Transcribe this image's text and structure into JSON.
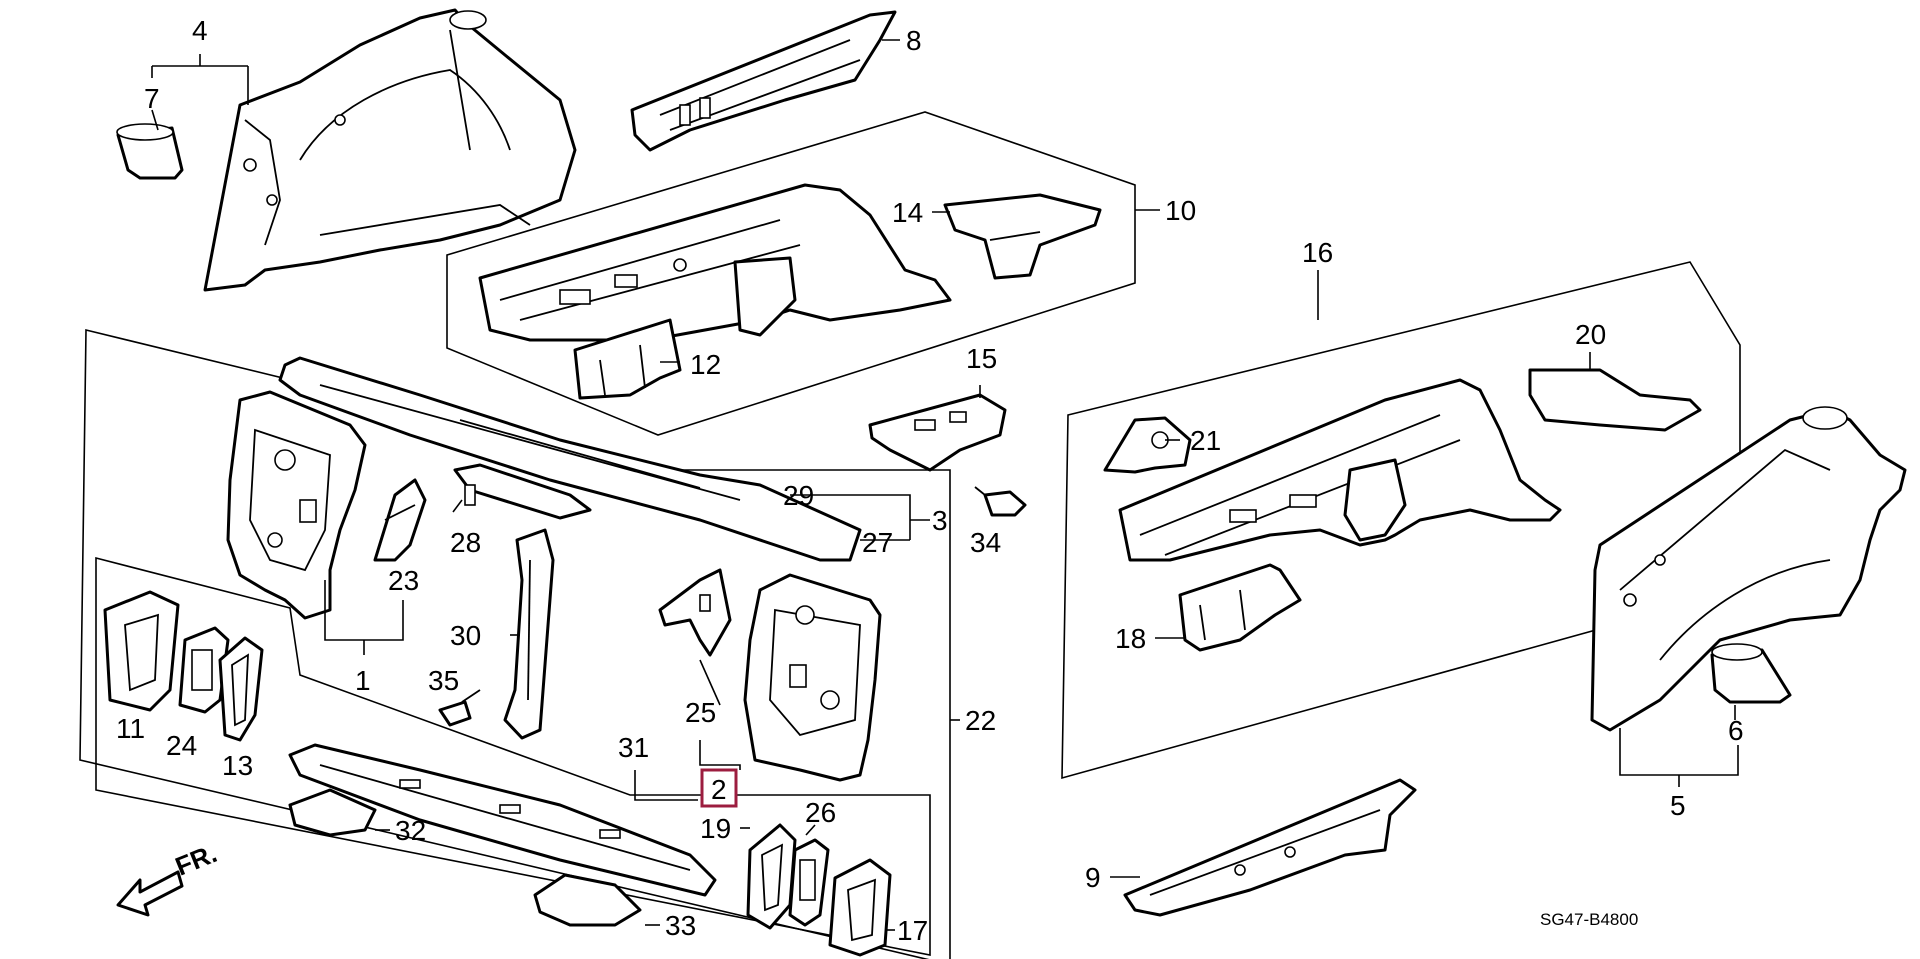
{
  "diagram": {
    "code": "SG47-B4800",
    "direction_label": "FR.",
    "highlighted_part": "2",
    "highlight_color": "#9c1d3f",
    "callouts": [
      {
        "id": "1",
        "text": "1"
      },
      {
        "id": "2",
        "text": "2"
      },
      {
        "id": "3",
        "text": "3"
      },
      {
        "id": "4",
        "text": "4"
      },
      {
        "id": "5",
        "text": "5"
      },
      {
        "id": "6",
        "text": "6"
      },
      {
        "id": "7",
        "text": "7"
      },
      {
        "id": "8",
        "text": "8"
      },
      {
        "id": "9",
        "text": "9"
      },
      {
        "id": "10",
        "text": "10"
      },
      {
        "id": "11",
        "text": "11"
      },
      {
        "id": "12",
        "text": "12"
      },
      {
        "id": "13",
        "text": "13"
      },
      {
        "id": "14",
        "text": "14"
      },
      {
        "id": "15",
        "text": "15"
      },
      {
        "id": "16",
        "text": "16"
      },
      {
        "id": "17",
        "text": "17"
      },
      {
        "id": "18",
        "text": "18"
      },
      {
        "id": "19",
        "text": "19"
      },
      {
        "id": "20",
        "text": "20"
      },
      {
        "id": "21",
        "text": "21"
      },
      {
        "id": "22",
        "text": "22"
      },
      {
        "id": "23",
        "text": "23"
      },
      {
        "id": "24",
        "text": "24"
      },
      {
        "id": "25",
        "text": "25"
      },
      {
        "id": "26",
        "text": "26"
      },
      {
        "id": "27",
        "text": "27"
      },
      {
        "id": "28",
        "text": "28"
      },
      {
        "id": "29",
        "text": "29"
      },
      {
        "id": "30",
        "text": "30"
      },
      {
        "id": "31",
        "text": "31"
      },
      {
        "id": "32",
        "text": "32"
      },
      {
        "id": "33",
        "text": "33"
      },
      {
        "id": "34",
        "text": "34"
      },
      {
        "id": "35",
        "text": "35"
      }
    ]
  }
}
